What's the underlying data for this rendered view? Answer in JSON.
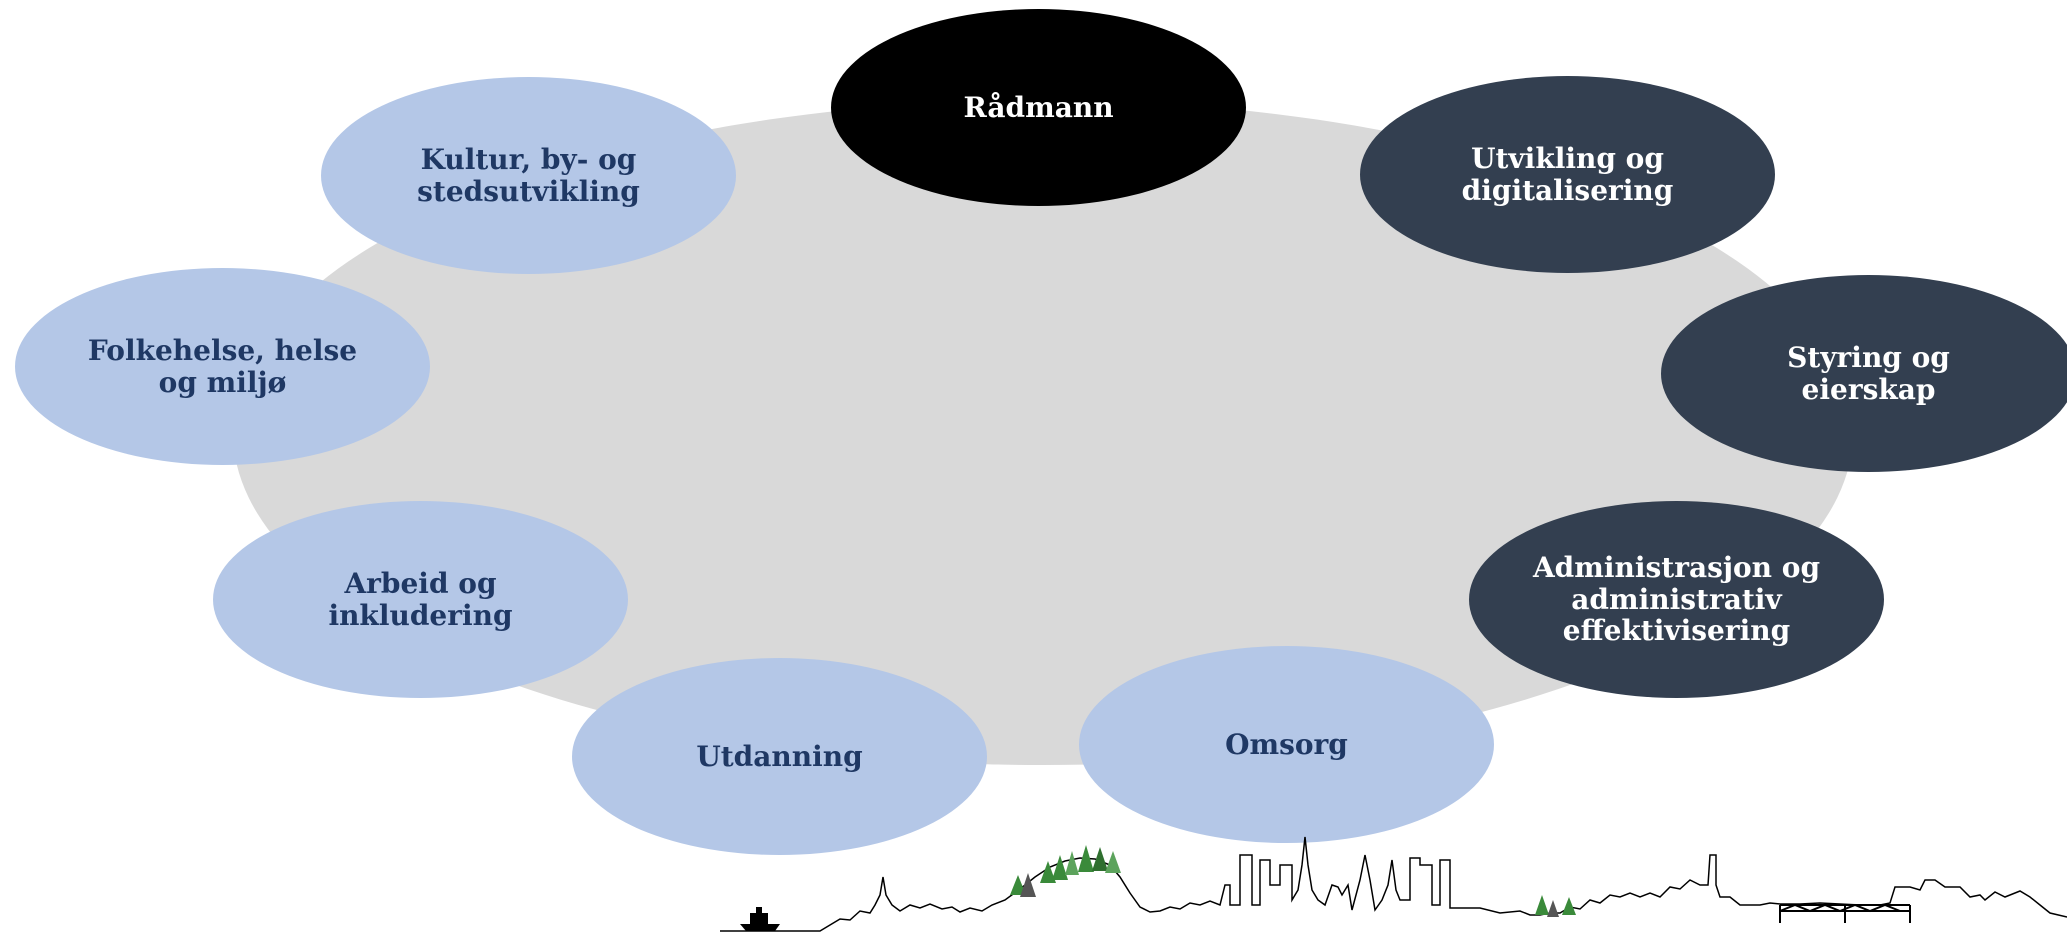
{
  "diagram": {
    "center": {
      "label": "Rådmann"
    },
    "units": [
      {
        "id": "kultur",
        "lines": [
          "Kultur, by- og",
          "stedsutvikling"
        ],
        "style": "light"
      },
      {
        "id": "utvikling",
        "lines": [
          "Utvikling og",
          "digitalisering"
        ],
        "style": "dark"
      },
      {
        "id": "folkehelse",
        "lines": [
          "Folkehelse, helse",
          "og miljø"
        ],
        "style": "light"
      },
      {
        "id": "styring",
        "lines": [
          "Styring og",
          "eierskap"
        ],
        "style": "dark"
      },
      {
        "id": "arbeid",
        "lines": [
          "Arbeid og",
          "inkludering"
        ],
        "style": "light"
      },
      {
        "id": "administrasjon",
        "lines": [
          "Administrasjon og",
          "administrativ",
          "effektivisering"
        ],
        "style": "dark"
      },
      {
        "id": "utdanning",
        "lines": [
          "Utdanning"
        ],
        "style": "light"
      },
      {
        "id": "omsorg",
        "lines": [
          "Omsorg"
        ],
        "style": "light"
      }
    ],
    "colors": {
      "ring": "#d9d9d9",
      "light_fill": "#b4c7e7",
      "light_text": "#1f3864",
      "dark_fill": "#333f50",
      "dark_text": "#ffffff",
      "center_fill": "#000000",
      "tree_green": "#3a8a3a"
    },
    "decoration": {
      "skyline": "city-skyline-illustration"
    }
  }
}
